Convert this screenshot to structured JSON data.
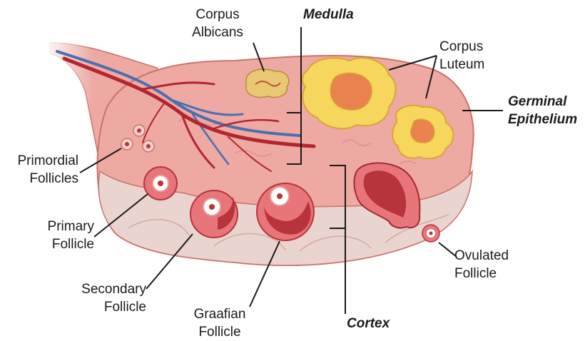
{
  "labels": {
    "corpus_albicans": [
      "Corpus",
      "Albicans"
    ],
    "medulla": "Medulla",
    "corpus_luteum": [
      "Corpus",
      "Luteum"
    ],
    "germinal_epithelium": [
      "Germinal",
      "Epithelium"
    ],
    "primordial_follicles": [
      "Primordial",
      "Follicles"
    ],
    "primary_follicle": [
      "Primary",
      "Follicle"
    ],
    "secondary_follicle": [
      "Secondary",
      "Follicle"
    ],
    "graafian_follicle": [
      "Graafian",
      "Follicle"
    ],
    "cortex": "Cortex",
    "ovulated_follicle": [
      "Ovulated",
      "Follicle"
    ]
  },
  "colors": {
    "ovary_tissue": "#eea9a3",
    "ovary_outline": "#c9736c",
    "cortex_band": "#e6ccc7",
    "follicle_fill": "#e8757a",
    "follicle_dark": "#b8343c",
    "oocyte": "#ffffff",
    "luteum_yellow": "#f6d65c",
    "luteum_core": "#e9824f",
    "albicans": "#e2c16a",
    "artery": "#b3262e",
    "vein": "#4a6fb0",
    "leader_line": "#1a1a1a"
  }
}
